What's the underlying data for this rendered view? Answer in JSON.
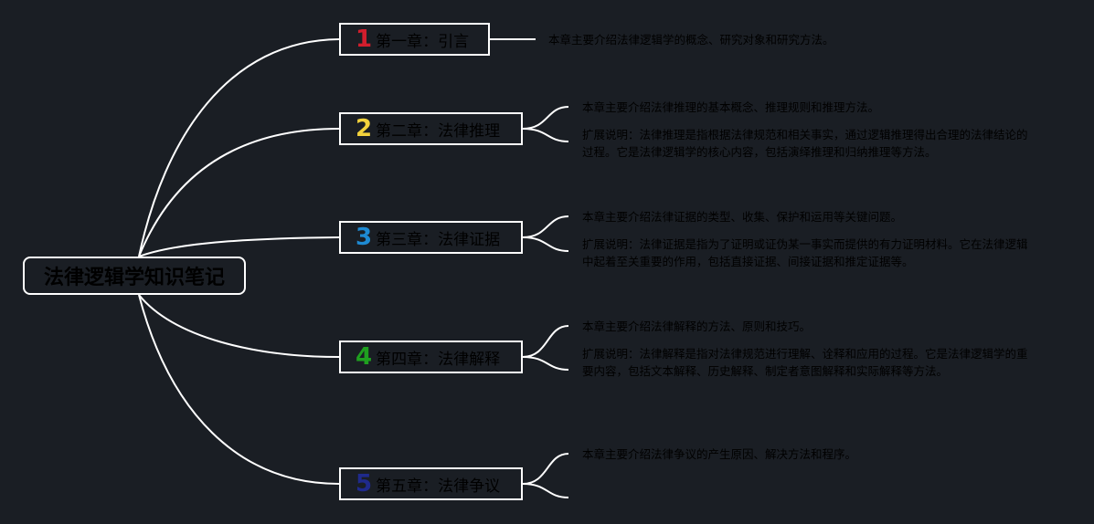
{
  "title": "法律逻辑学知识笔记",
  "colors": {
    "background": "#1a1e24",
    "line": "#ffffff",
    "text": "#000000"
  },
  "chapters": [
    {
      "number": "1",
      "number_color": "#d21e2d",
      "title": "第一章：引言",
      "notes": [
        "本章主要介绍法律逻辑学的概念、研究对象和研究方法。"
      ]
    },
    {
      "number": "2",
      "number_color": "#f2d23c",
      "title": "第二章：法律推理",
      "notes": [
        "本章主要介绍法律推理的基本概念、推理规则和推理方法。",
        "扩展说明：法律推理是指根据法律规范和相关事实，通过逻辑推理得出合理的法律结论的过程。它是法律逻辑学的核心内容，包括演绎推理和归纳推理等方法。"
      ]
    },
    {
      "number": "3",
      "number_color": "#1e8ad2",
      "title": "第三章：法律证据",
      "notes": [
        "本章主要介绍法律证据的类型、收集、保护和运用等关键问题。",
        "扩展说明：法律证据是指为了证明或证伪某一事实而提供的有力证明材料。它在法律逻辑中起着至关重要的作用，包括直接证据、间接证据和推定证据等。"
      ]
    },
    {
      "number": "4",
      "number_color": "#1fa01f",
      "title": "第四章：法律解释",
      "notes": [
        "本章主要介绍法律解释的方法、原则和技巧。",
        "扩展说明：法律解释是指对法律规范进行理解、诠释和应用的过程。它是法律逻辑学的重要内容，包括文本解释、历史解释、制定者意图解释和实际解释等方法。"
      ]
    },
    {
      "number": "5",
      "number_color": "#1f2a8c",
      "title": "第五章：法律争议",
      "notes": [
        "本章主要介绍法律争议的产生原因、解决方法和程序。",
        ""
      ]
    }
  ]
}
